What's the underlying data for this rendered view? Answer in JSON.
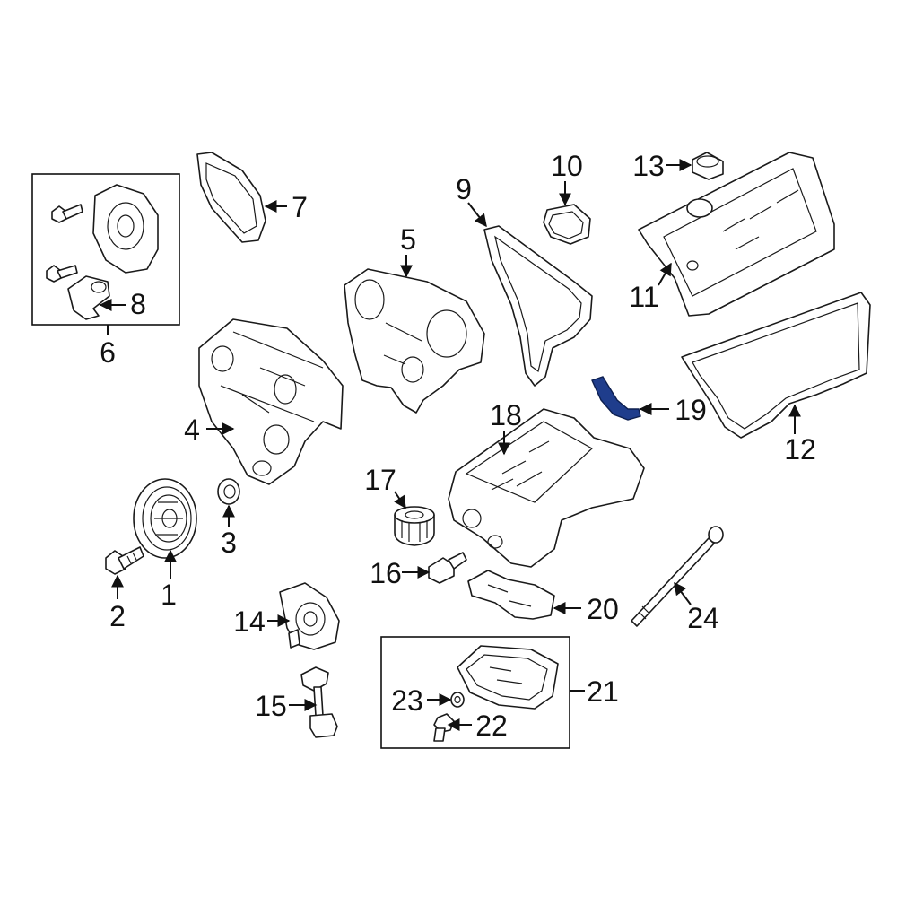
{
  "callouts": [
    {
      "id": "1",
      "label": "1"
    },
    {
      "id": "2",
      "label": "2"
    },
    {
      "id": "3",
      "label": "3"
    },
    {
      "id": "4",
      "label": "4"
    },
    {
      "id": "5",
      "label": "5"
    },
    {
      "id": "6",
      "label": "6"
    },
    {
      "id": "7",
      "label": "7"
    },
    {
      "id": "8",
      "label": "8"
    },
    {
      "id": "9",
      "label": "9"
    },
    {
      "id": "10",
      "label": "10"
    },
    {
      "id": "11",
      "label": "11"
    },
    {
      "id": "12",
      "label": "12"
    },
    {
      "id": "13",
      "label": "13"
    },
    {
      "id": "14",
      "label": "14"
    },
    {
      "id": "15",
      "label": "15"
    },
    {
      "id": "16",
      "label": "16"
    },
    {
      "id": "17",
      "label": "17"
    },
    {
      "id": "18",
      "label": "18"
    },
    {
      "id": "19",
      "label": "19"
    },
    {
      "id": "20",
      "label": "20"
    },
    {
      "id": "21",
      "label": "21"
    },
    {
      "id": "22",
      "label": "22"
    },
    {
      "id": "23",
      "label": "23"
    },
    {
      "id": "24",
      "label": "24"
    }
  ],
  "highlight": {
    "part": "19",
    "color": "#1f3d8c"
  },
  "ink_color": "#111111"
}
